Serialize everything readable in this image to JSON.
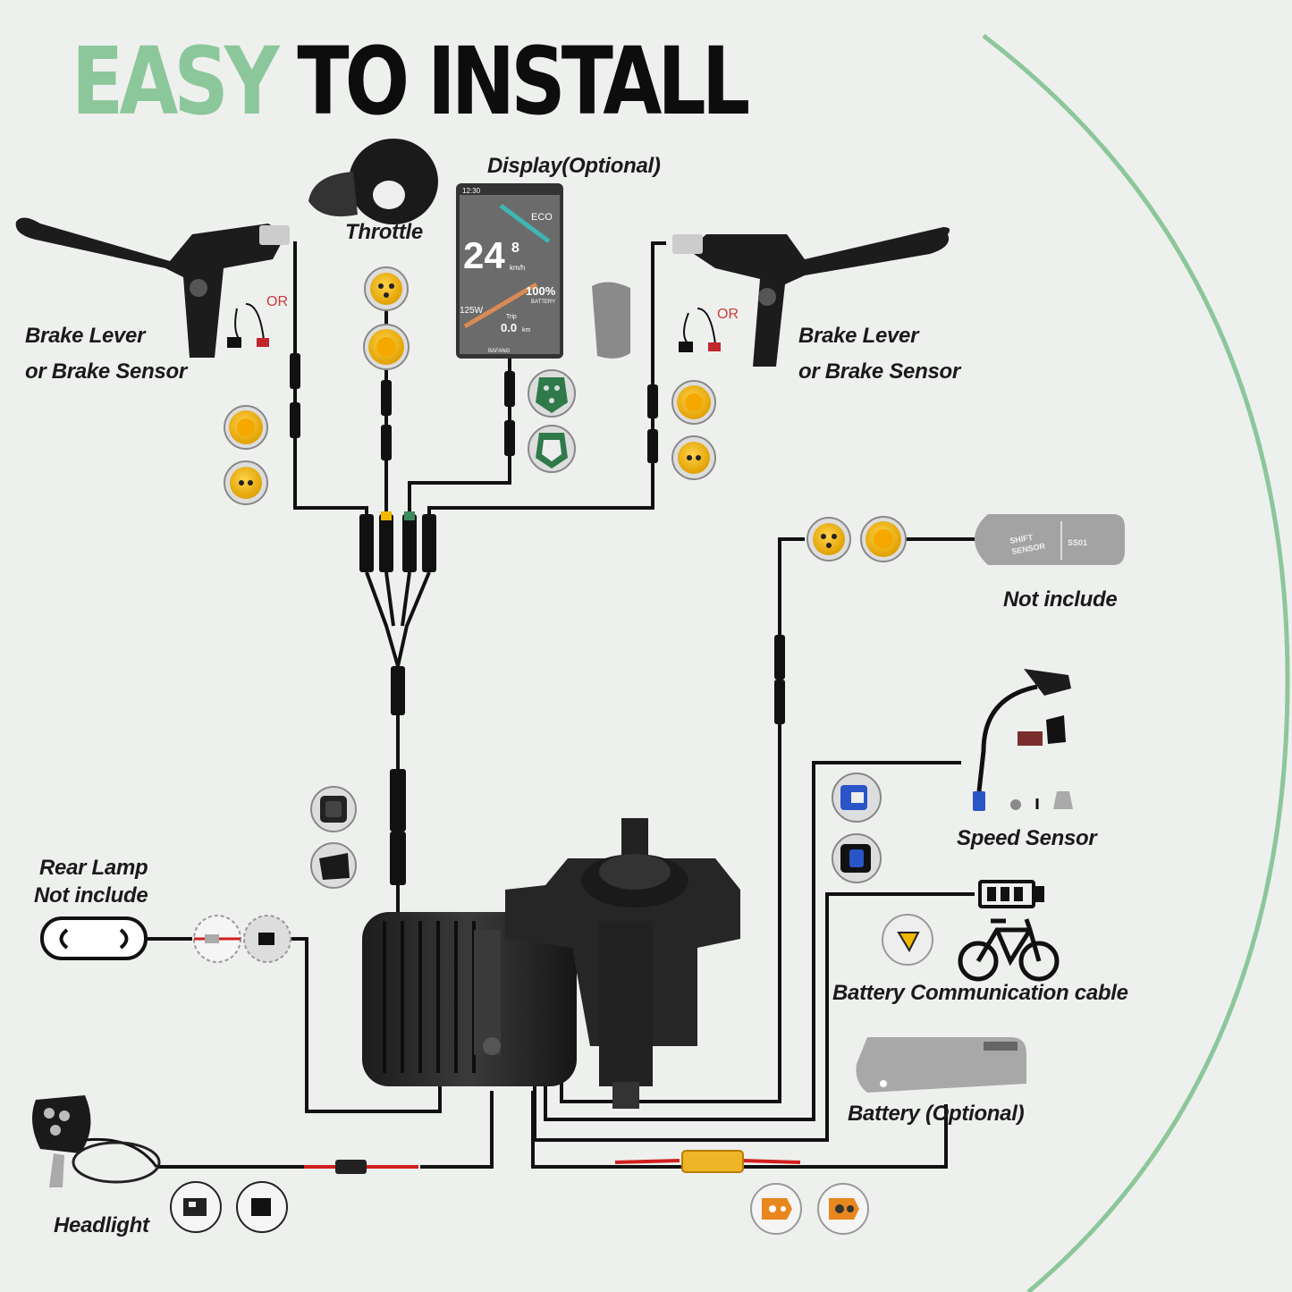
{
  "title": {
    "part1": "EASY",
    "part2": "TO INSTALL"
  },
  "colors": {
    "accent_green": "#8cc79b",
    "wire": "#111111",
    "connector_yellow": "#f2b705",
    "connector_green": "#3d8b5a",
    "connector_blue": "#2a55c8",
    "xt_orange": "#e8871e",
    "red_wire": "#d11f1f"
  },
  "labels": {
    "display": "Display(Optional)",
    "throttle": "Throttle",
    "brake_left_line1": "Brake Lever",
    "brake_left_line2": "or Brake Sensor",
    "brake_right_line1": "Brake Lever",
    "brake_right_line2": "or Brake Sensor",
    "or_left": "OR",
    "or_right": "OR",
    "shift_not_include": "Not include",
    "speed_sensor": "Speed Sensor",
    "rear_lamp_line1": "Rear Lamp",
    "rear_lamp_line2": "Not include",
    "battery_comm": "Battery Communication cable",
    "battery": "Battery (Optional)",
    "headlight": "Headlight"
  },
  "display": {
    "time": "12:30",
    "mode": "ECO",
    "speed": "24",
    "speed_decimal": "8",
    "speed_unit": "km/h",
    "battery_percent": "100%",
    "battery_label": "BATTERY",
    "power": "125W",
    "trip_label": "Trip",
    "trip_value": "0.0",
    "trip_unit": "km",
    "brand": "BAFANG"
  },
  "shift_sensor": {
    "line1": "SHIFT",
    "line2": "SENSOR",
    "model": "SS01"
  },
  "icons": [
    "brake-lever-icon",
    "throttle-icon",
    "display-icon",
    "remote-icon",
    "shift-sensor-icon",
    "speed-sensor-icon",
    "battery-level-icon",
    "bicycle-icon",
    "battery-pack-icon",
    "headlight-icon",
    "rear-lamp-icon",
    "mid-drive-motor-icon"
  ]
}
